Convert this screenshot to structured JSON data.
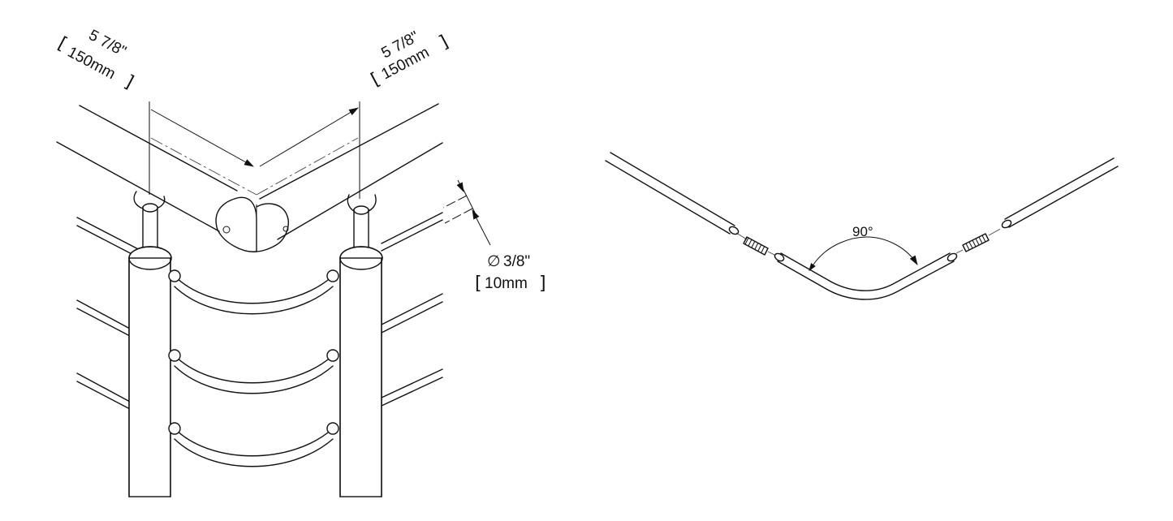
{
  "left_view": {
    "dim_a": {
      "imperial": "5 7/8\"",
      "metric": "150mm"
    },
    "dim_b": {
      "imperial": "5 7/8\"",
      "metric": "150mm"
    },
    "cable_dia": {
      "symbol": "∅",
      "imperial": "3/8\"",
      "metric": "10mm"
    }
  },
  "right_view": {
    "angle": "90°"
  },
  "brackets": {
    "open": "[",
    "close": "]"
  }
}
